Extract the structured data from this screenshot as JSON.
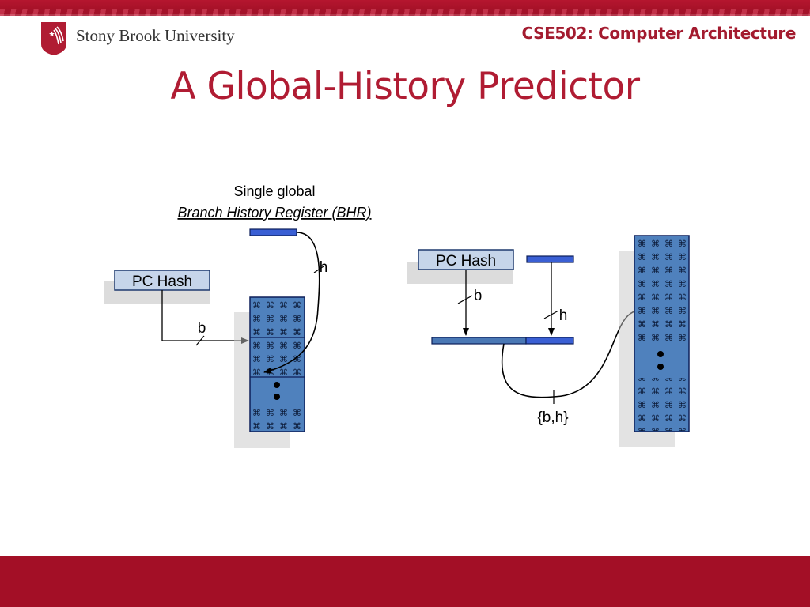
{
  "header": {
    "university": "Stony Brook University",
    "course": "CSE502: Computer Architecture"
  },
  "slide": {
    "title": "A Global-History Predictor"
  },
  "diagram": {
    "bhr_caption_line1": "Single global",
    "bhr_caption_line2": "Branch History Register (BHR)",
    "left": {
      "pc_hash_label": "PC Hash",
      "b_label": "b",
      "h_label": "h"
    },
    "right": {
      "pc_hash_label": "PC Hash",
      "b_label": "b",
      "h_label": "h",
      "concat_label": "{b,h}"
    },
    "colors": {
      "table_fill": "#4f81bd",
      "register_fill": "#3a5fd4",
      "pc_hash_fill": "#c6d5ea",
      "brand_red": "#a30f26"
    },
    "icons": [
      "stony-brook-logo-icon",
      "arrow-icon",
      "ellipsis-dots-icon"
    ]
  }
}
